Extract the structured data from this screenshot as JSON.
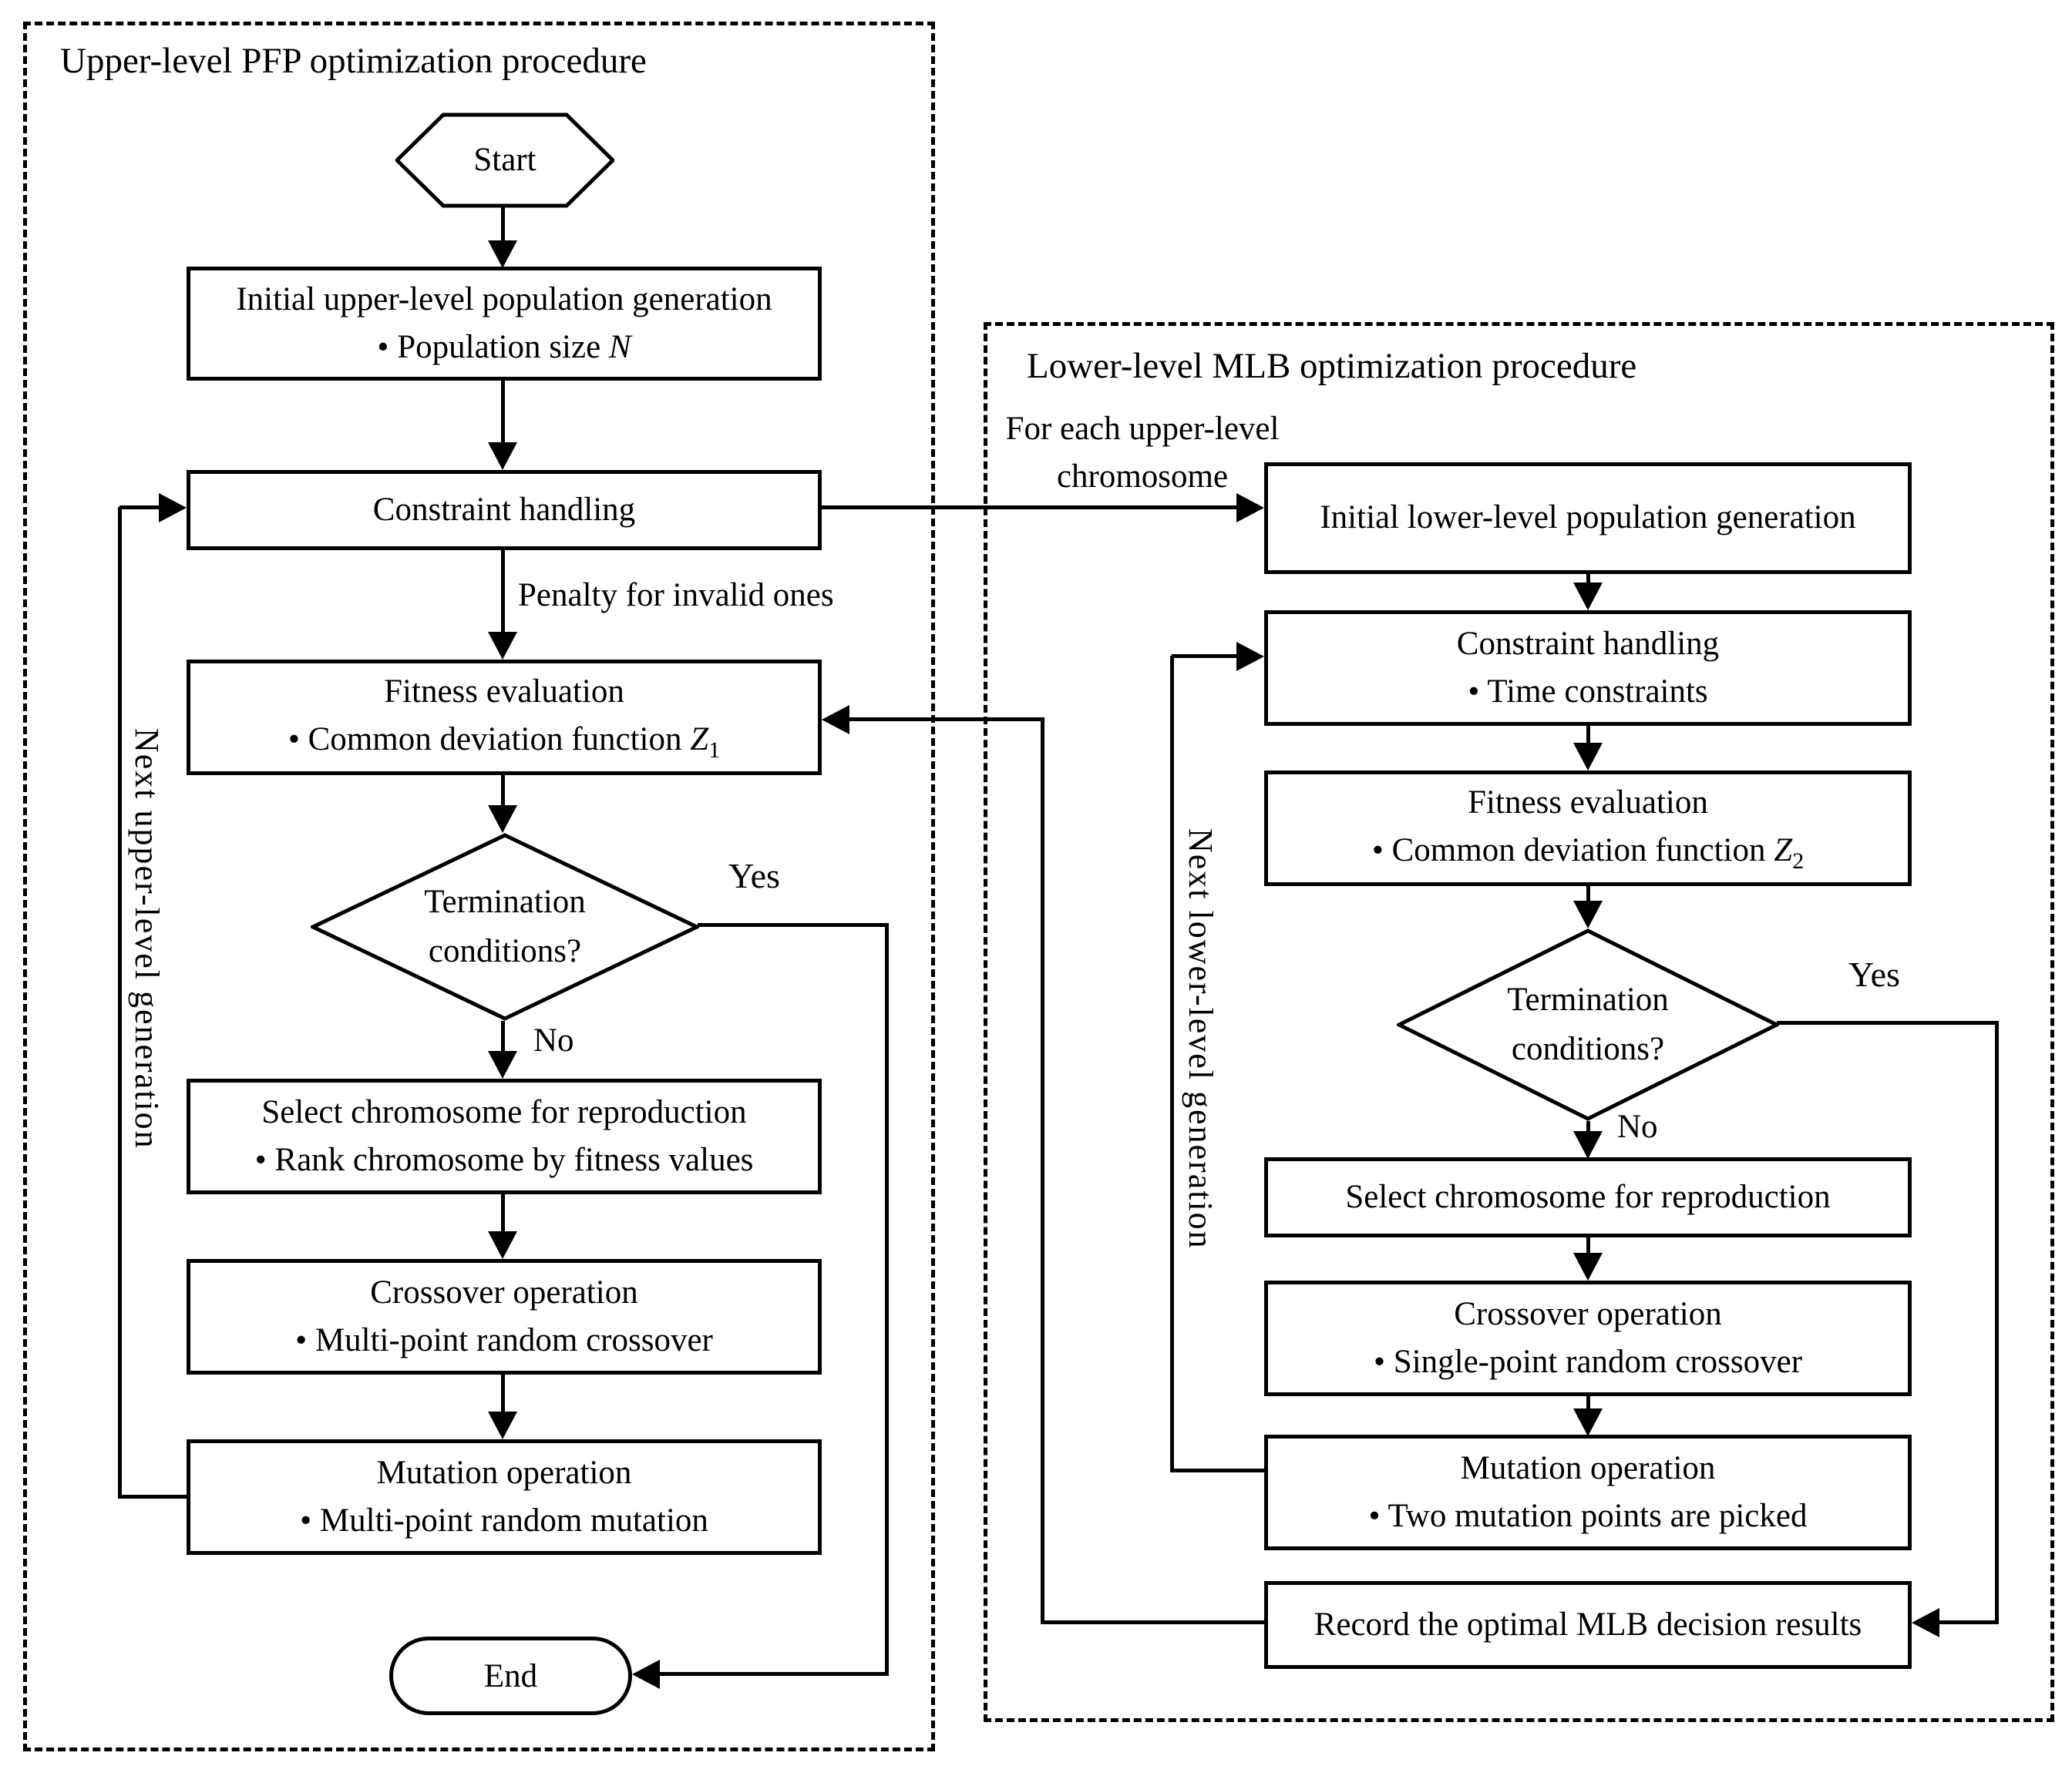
{
  "upper": {
    "title": "Upper-level PFP optimization procedure",
    "start": "Start",
    "init_line1": "Initial upper-level population generation",
    "init_bullet": "• Population size ",
    "init_var": "N",
    "constraint": "Constraint handling",
    "penalty_label": "Penalty for invalid ones",
    "fitness_line1": "Fitness evaluation",
    "fitness_bullet": "• Common deviation function ",
    "fitness_var": "Z",
    "fitness_sub": "1",
    "diamond_line1": "Termination",
    "diamond_line2": "conditions?",
    "yes": "Yes",
    "no": "No",
    "select_line1": "Select chromosome for reproduction",
    "select_bullet": "• Rank chromosome by fitness values",
    "crossover_line1": "Crossover operation",
    "crossover_bullet": "• Multi-point random crossover",
    "mutation_line1": "Mutation operation",
    "mutation_bullet": "• Multi-point random mutation",
    "end": "End",
    "loop_label": "Next upper-level generation"
  },
  "lower": {
    "title": "Lower-level MLB optimization procedure",
    "foreach_line1": "For each upper-level",
    "foreach_line2": "chromosome",
    "init": "Initial lower-level population generation",
    "constraint_line1": "Constraint handling",
    "constraint_bullet": "• Time constraints",
    "fitness_line1": "Fitness evaluation",
    "fitness_bullet": "• Common deviation function ",
    "fitness_var": "Z",
    "fitness_sub": "2",
    "diamond_line1": "Termination",
    "diamond_line2": "conditions?",
    "yes": "Yes",
    "no": "No",
    "select": "Select chromosome for reproduction",
    "crossover_line1": "Crossover operation",
    "crossover_bullet": "• Single-point random crossover",
    "mutation_line1": "Mutation operation",
    "mutation_bullet": "• Two mutation points are picked",
    "record": "Record the optimal MLB decision results",
    "loop_label": "Next lower-level generation"
  }
}
